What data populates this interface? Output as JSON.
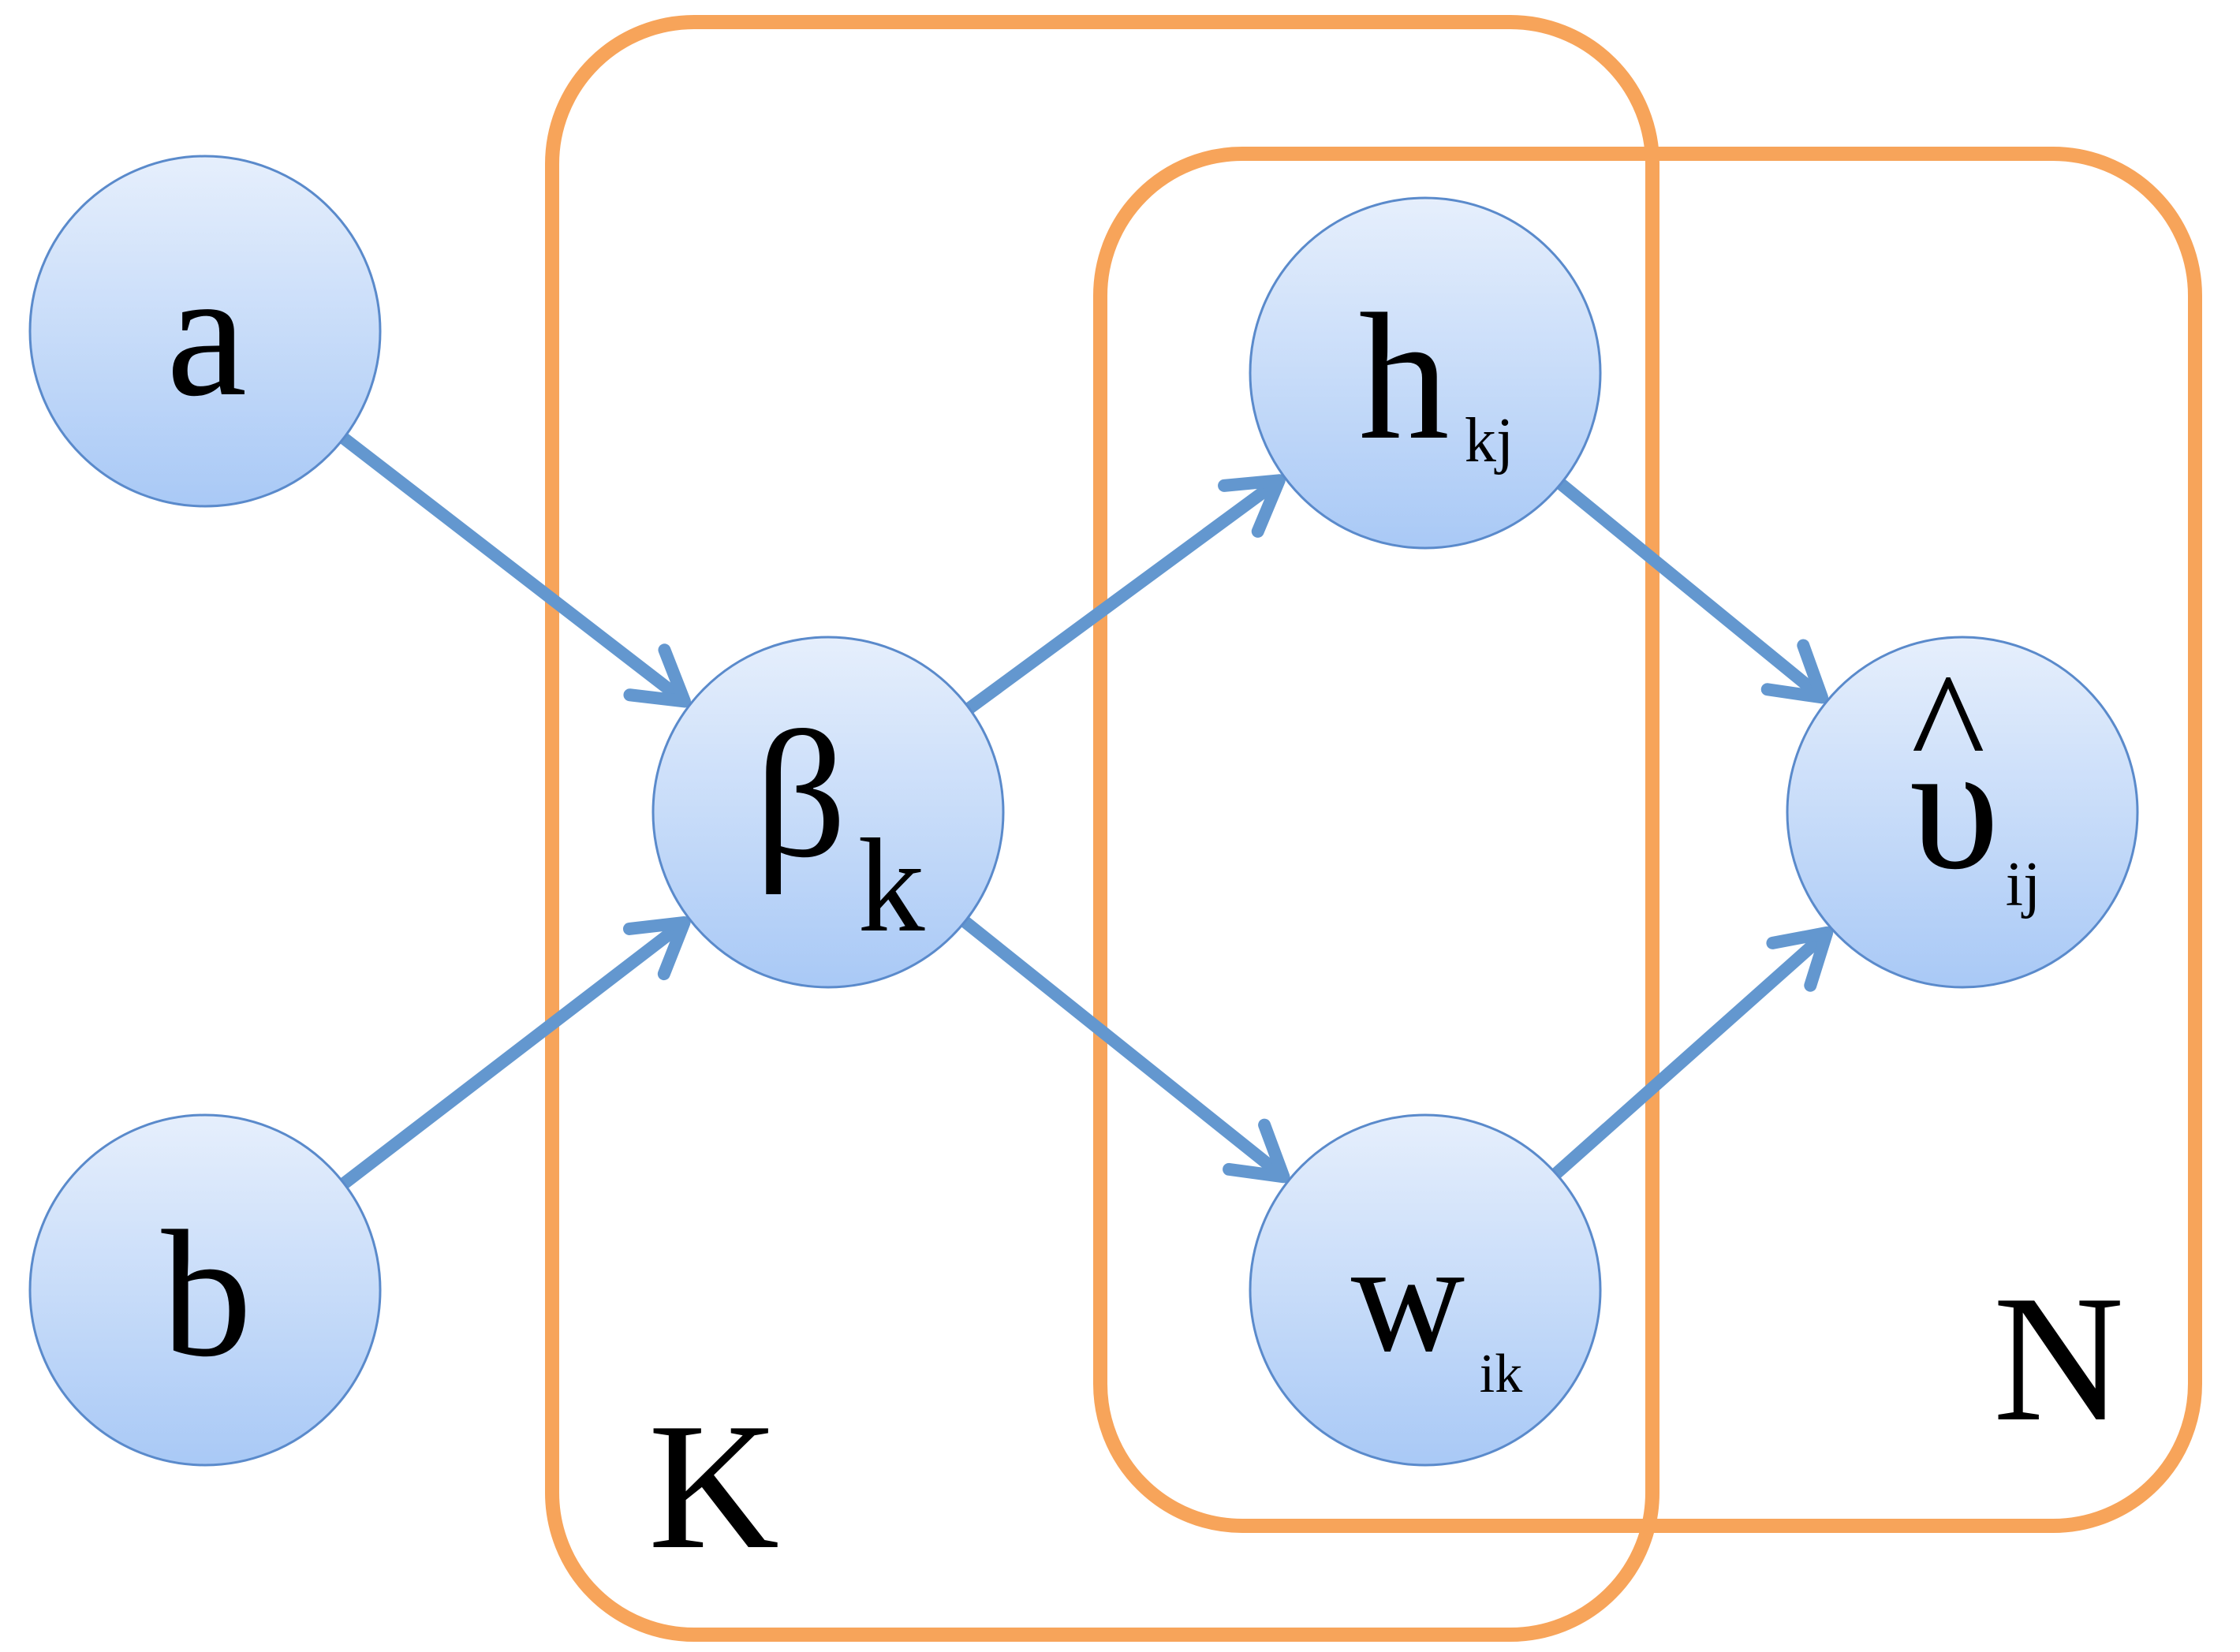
{
  "colors": {
    "plate_stroke": "#F7A45A",
    "node_fill_top": "#E6EFFC",
    "node_fill_bottom": "#A9C9F6",
    "node_stroke": "#5A8ACB",
    "edge": "#6397CF"
  },
  "plates": {
    "k": {
      "label": "K"
    },
    "n": {
      "label": "N"
    }
  },
  "nodes": {
    "a": {
      "main": "a",
      "sub": ""
    },
    "b": {
      "main": "b",
      "sub": ""
    },
    "beta": {
      "main": "β",
      "sub": "k"
    },
    "h": {
      "main": "h",
      "sub": "kj"
    },
    "w": {
      "main": "w",
      "sub": "ik"
    },
    "upsilon": {
      "main": "υ",
      "sub": "ij",
      "accent": "^"
    }
  },
  "edges": [
    {
      "from": "a",
      "to": "beta"
    },
    {
      "from": "b",
      "to": "beta"
    },
    {
      "from": "beta",
      "to": "h"
    },
    {
      "from": "beta",
      "to": "w"
    },
    {
      "from": "h",
      "to": "upsilon"
    },
    {
      "from": "w",
      "to": "upsilon"
    }
  ]
}
